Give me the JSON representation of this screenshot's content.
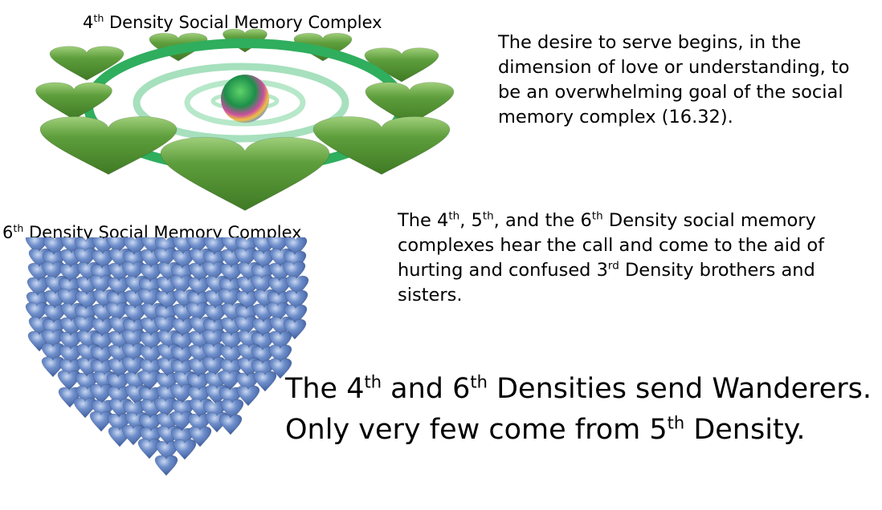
{
  "title_4th": {
    "num": "4",
    "sup": "th",
    "rest": " Density Social Memory Complex"
  },
  "title_6th": {
    "num": "6",
    "sup": "th",
    "rest": " Density Social Memory Complex"
  },
  "paragraph_1": "The desire to serve begins, in the dimension of love or understanding, to be an overwhelming goal of the social memory complex (16.32).",
  "paragraph_2": {
    "a": "The 4",
    "a_sup": "th",
    "b": ", 5",
    "b_sup": "th",
    "c": ", and the 6",
    "c_sup": "th",
    "d": " Density social memory complexes hear the call and come to the aid of hurting and confused 3",
    "d_sup": "rd",
    "e": " Density brothers and sisters."
  },
  "conclusion": {
    "line1_a": "The 4",
    "line1_a_sup": "th",
    "line1_b": " and 6",
    "line1_b_sup": "th",
    "line1_c": " Densities send Wanderers.",
    "line2_a": "Only very few come from 5",
    "line2_a_sup": "th",
    "line2_b": " Density."
  },
  "colors": {
    "green_heart": "#5a9a3a",
    "green_ring": "#2fae5e",
    "blue_heart": "#3f63a8"
  }
}
